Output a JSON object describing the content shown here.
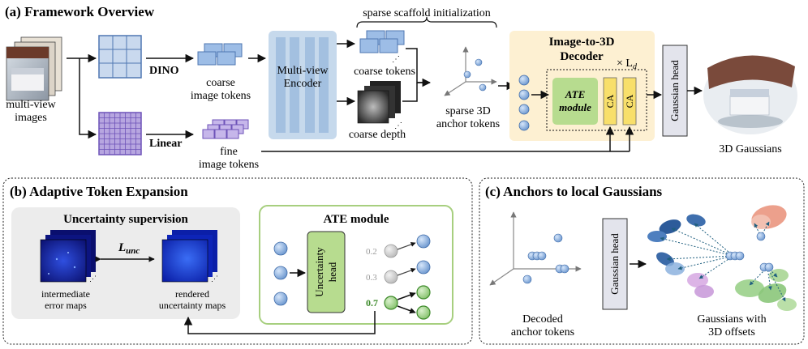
{
  "panel_a": {
    "title": "(a) Framework Overview",
    "input_label_1": "multi-view",
    "input_label_2": "images",
    "dino": "DINO",
    "linear": "Linear",
    "coarse_tokens_1": "coarse",
    "coarse_tokens_2": "image tokens",
    "fine_tokens_1": "fine",
    "fine_tokens_2": "image tokens",
    "encoder_1": "Multi-view",
    "encoder_2": "Encoder",
    "scaffold": "sparse scaffold initialization",
    "coarse_tokens": "coarse tokens",
    "coarse_depth": "coarse depth",
    "anchor_1": "sparse 3D",
    "anchor_2": "anchor tokens",
    "decoder_1": "Image-to-3D",
    "decoder_2": "Decoder",
    "repeat_symbol": "× L",
    "repeat_sub": "d",
    "ate_1": "ATE",
    "ate_2": "module",
    "ca": "CA",
    "gaussian_head": "Gaussian head",
    "output_label": "3D Gaussians"
  },
  "panel_b": {
    "title": "(b) Adaptive Token Expansion",
    "unc_title": "Uncertainty supervision",
    "loss_main": "L",
    "loss_sub": "unc",
    "err_1": "intermediate",
    "err_2": "error maps",
    "rend_1": "rendered",
    "rend_2": "uncertainty maps",
    "ate_title": "ATE module",
    "unc_head_1": "Uncertainty",
    "unc_head_2": "head",
    "scores": [
      "0.2",
      "0.3",
      "0.7"
    ]
  },
  "panel_c": {
    "title": "(c) Anchors to local Gaussians",
    "gaussian_head": "Gaussian head",
    "left_1": "Decoded",
    "left_2": "anchor tokens",
    "right_1": "Gaussians with",
    "right_2": "3D offsets"
  },
  "colors": {
    "token_blue": "#8fb2dc",
    "token_purple": "#c3b3e6",
    "decoder_bg": "#fdf0d2",
    "ate_green": "#b7dc8f",
    "ca_yellow": "#f8df6a",
    "encoder_blue": "#c6d9ec",
    "head_gray": "#e3e4ec",
    "anchor_blue": "#7fa8dc",
    "green_token": "#9ad08a",
    "arrow_dark": "#1f4f73"
  }
}
